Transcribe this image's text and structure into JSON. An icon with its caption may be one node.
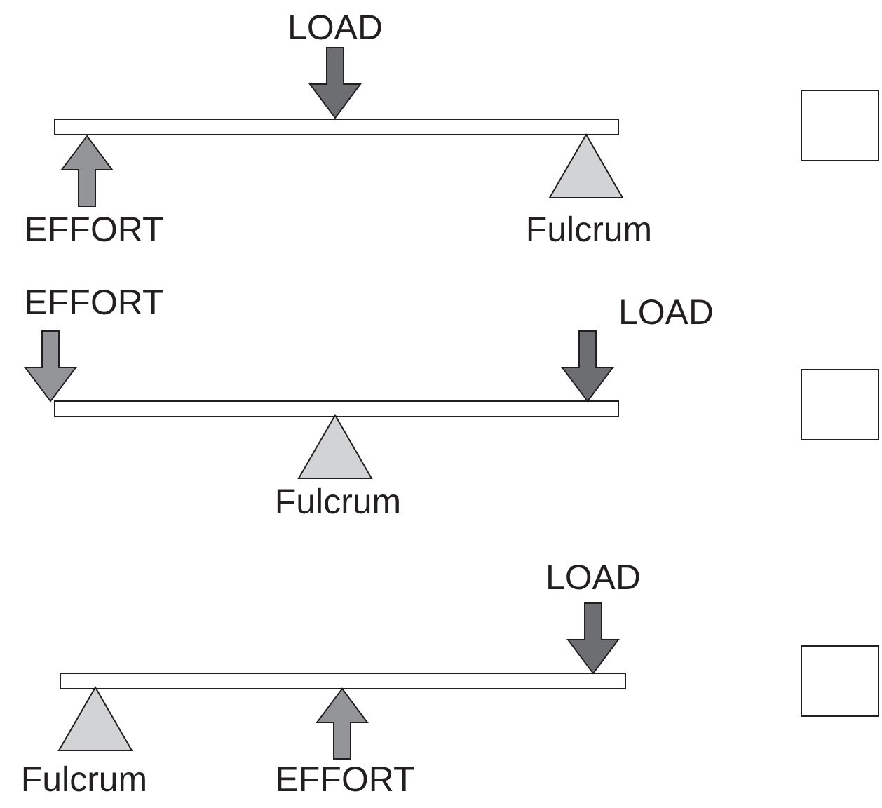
{
  "diagram": {
    "labels": [
      "LOAD",
      "EFFORT",
      "Fulcrum",
      "EFFORT",
      "LOAD",
      "Fulcrum",
      "LOAD",
      "Fulcrum",
      "EFFORT"
    ]
  }
}
